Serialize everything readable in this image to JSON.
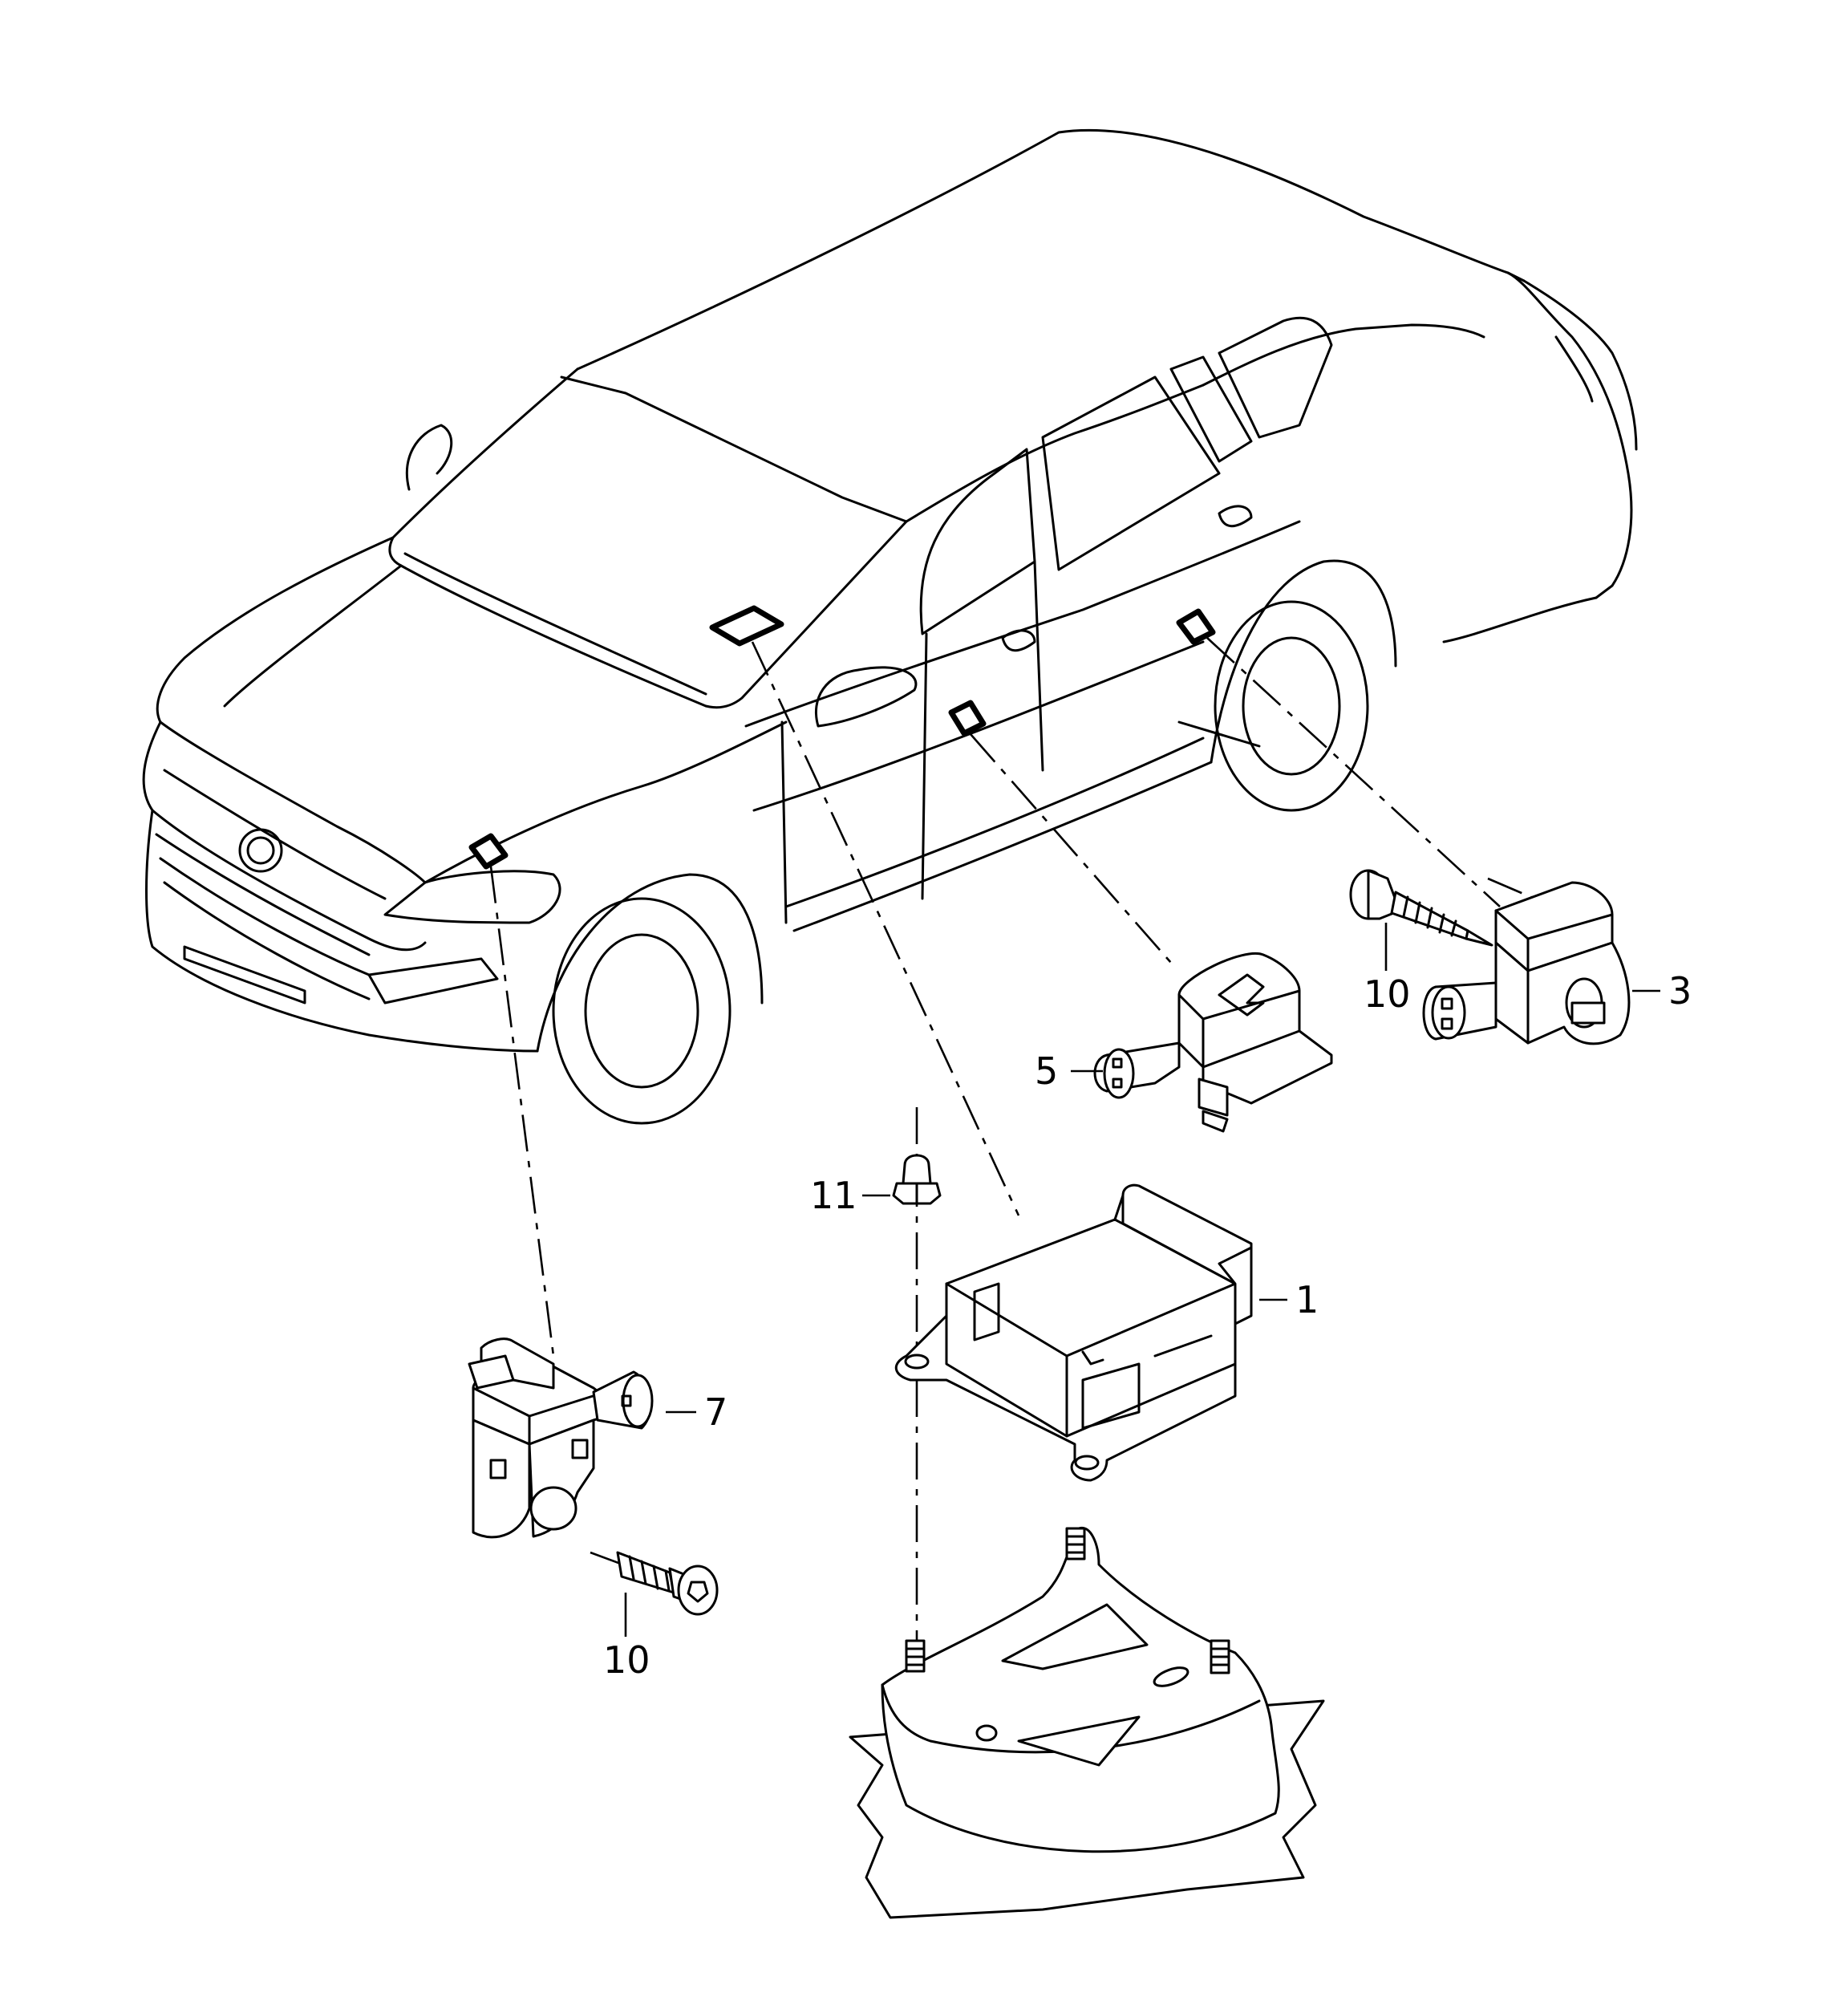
{
  "parts": [
    {
      "id": "part-1",
      "number": "1"
    },
    {
      "id": "part-3",
      "number": "3"
    },
    {
      "id": "part-5",
      "number": "5"
    },
    {
      "id": "part-7",
      "number": "7"
    },
    {
      "id": "part-10a",
      "number": "10"
    },
    {
      "id": "part-10b",
      "number": "10"
    },
    {
      "id": "part-11",
      "number": "11"
    }
  ],
  "icons": [
    "vehicle-outline",
    "airbag-control-unit",
    "crash-sensor",
    "screw",
    "nut",
    "mounting-bracket",
    "location-marker"
  ]
}
